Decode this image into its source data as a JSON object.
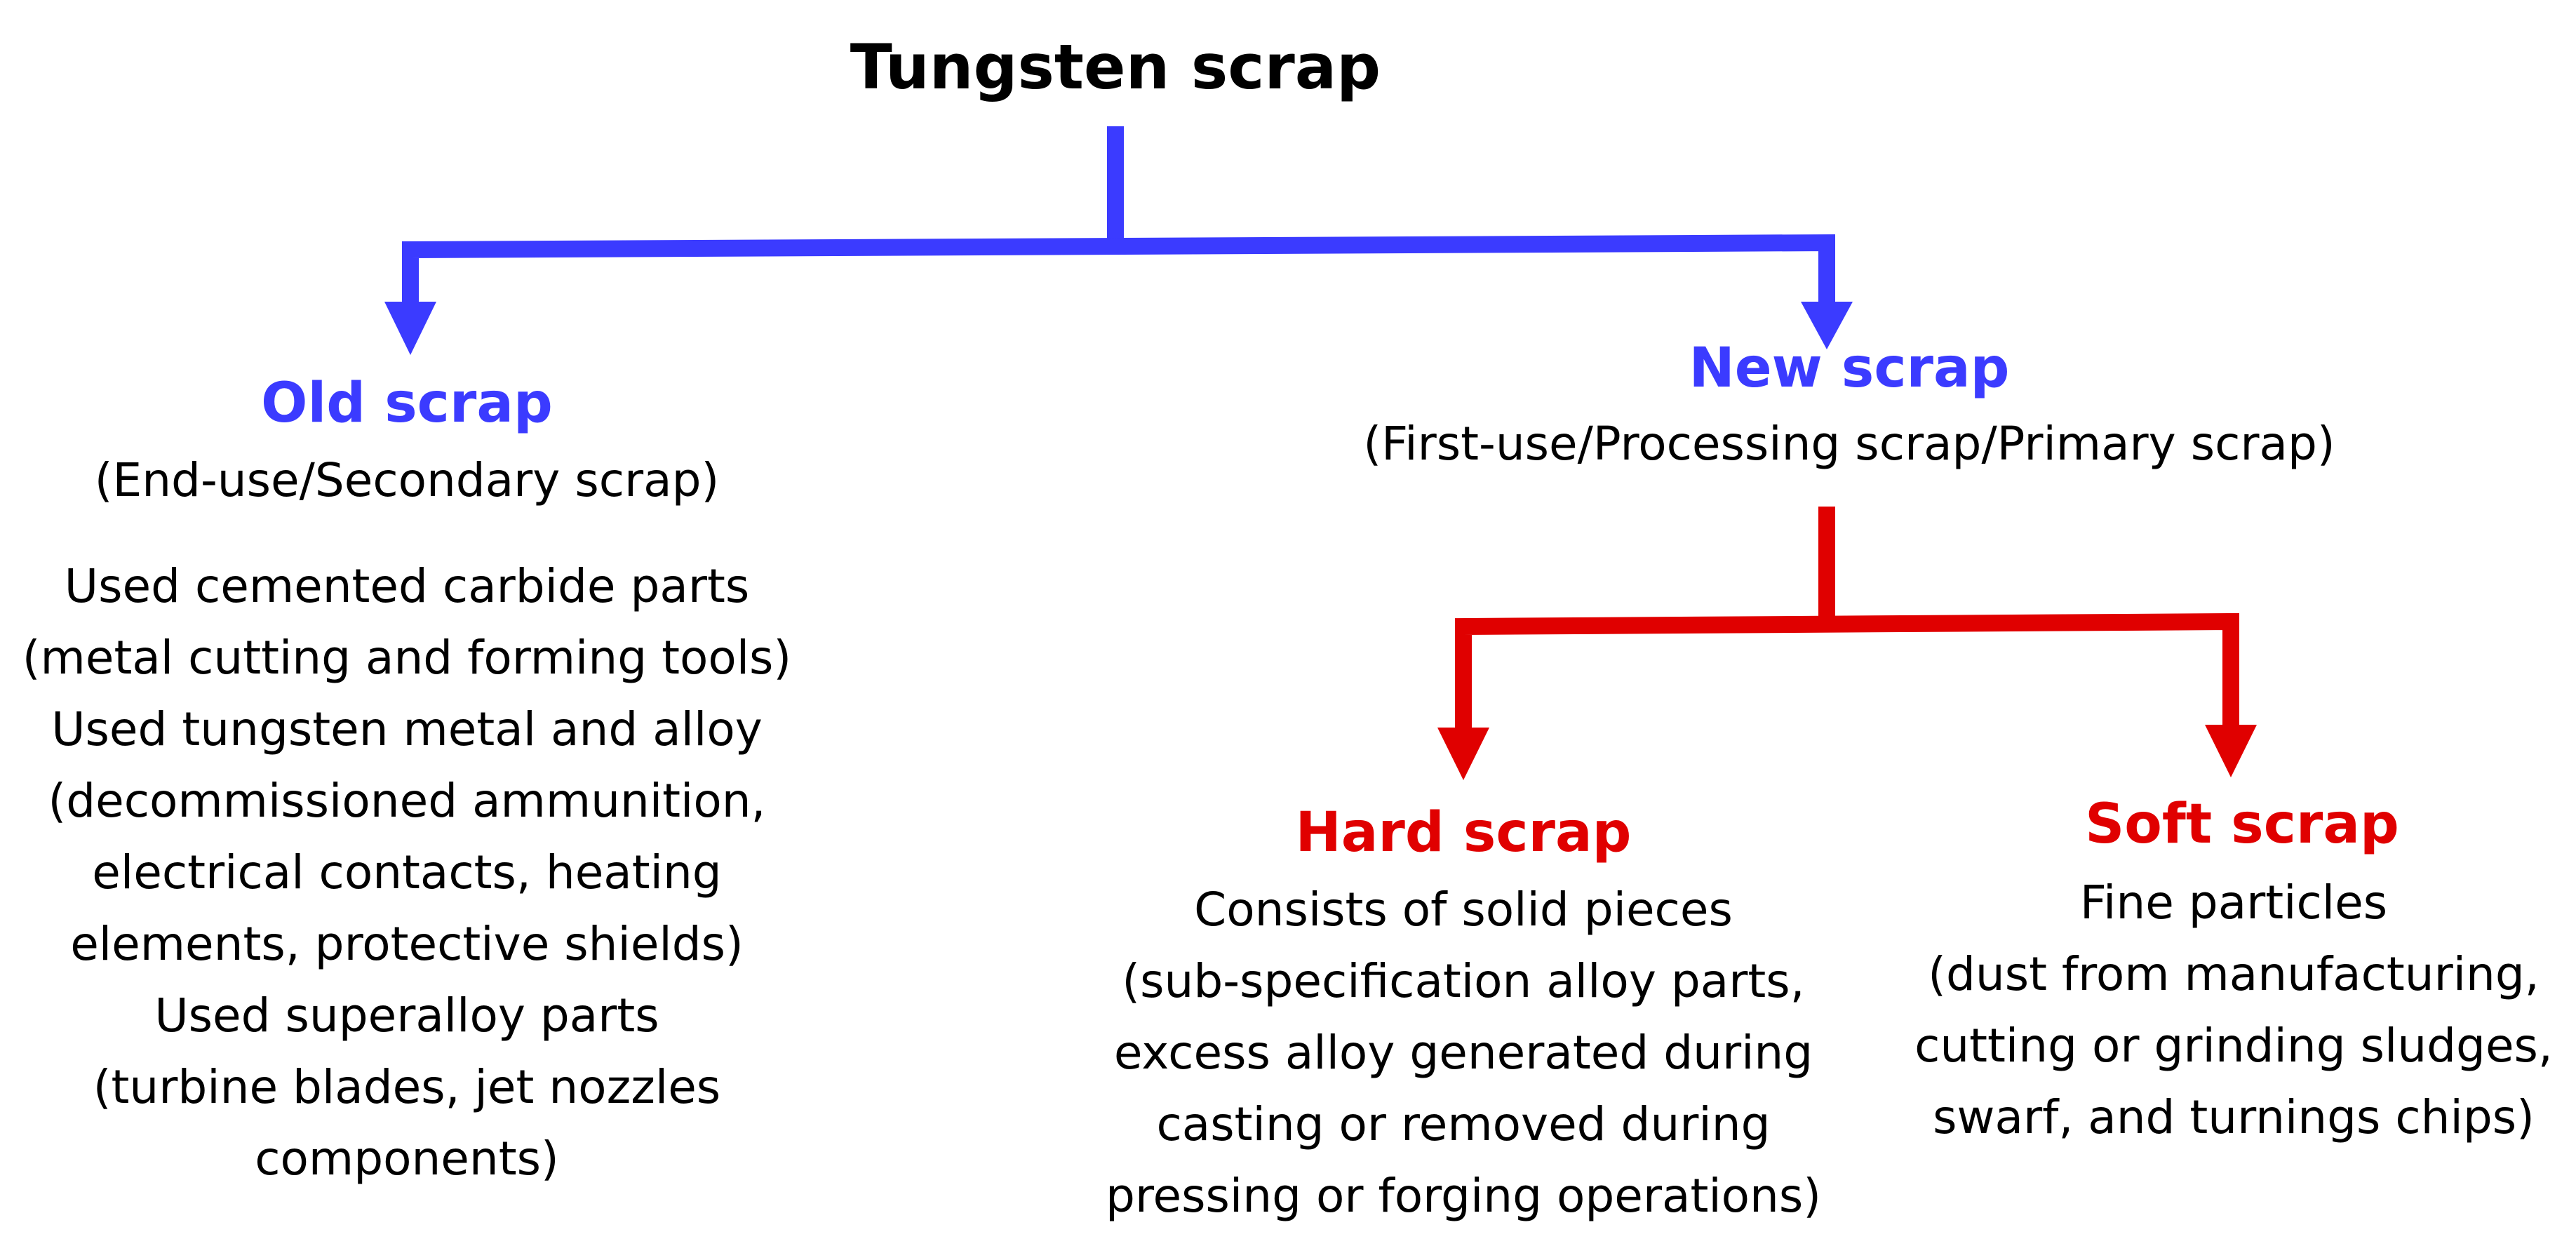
{
  "colors": {
    "blue": "#3b3bff",
    "red": "#e00000",
    "text": "#000000"
  },
  "root": {
    "title": "Tungsten scrap"
  },
  "old_scrap": {
    "title": "Old scrap",
    "subtitle": "(End-use/Secondary scrap)",
    "description": [
      "Used cemented carbide parts",
      "(metal cutting and forming tools)",
      "Used tungsten metal and alloy",
      "(decommissioned ammunition,",
      "electrical contacts, heating",
      "elements, protective shields)",
      "Used superalloy parts",
      "(turbine blades, jet nozzles",
      "components)"
    ]
  },
  "new_scrap": {
    "title": "New scrap",
    "subtitle": "(First-use/Processing scrap/Primary scrap)"
  },
  "hard_scrap": {
    "title": "Hard scrap",
    "description": [
      "Consists of solid pieces",
      "(sub-specification alloy parts,",
      "excess alloy generated during",
      "casting or removed during",
      "pressing or forging operations)"
    ]
  },
  "soft_scrap": {
    "title": "Soft scrap",
    "description": [
      "Fine particles",
      "(dust from manufacturing,",
      "cutting or grinding sludges,",
      "swarf, and turnings chips)"
    ]
  }
}
